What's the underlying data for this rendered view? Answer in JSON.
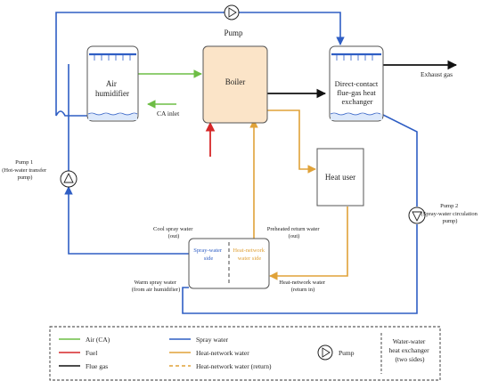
{
  "colors": {
    "air": "#6dbd45",
    "fuel": "#d62728",
    "flue": "#111111",
    "spray": "#2f5ec4",
    "heat": "#e0a238",
    "boiler_fill": "#fbe4c8",
    "box_stroke": "#555555"
  },
  "components": {
    "air_humidifier": "Air humidifier",
    "boiler": "Boiler",
    "flue_gas_hx": "Direct-contact flue-gas heat exchanger",
    "heat_user": "Heat user",
    "hx_spray_side": "Spray-water side",
    "hx_heat_side": "Heat-network water side"
  },
  "labels": {
    "pump_top": "Pump",
    "exhaust_gas": "Exhaust gas",
    "ca_inlet": "CA inlet",
    "pump1_title": "Pump 1",
    "pump1_desc": "(Hot-water transfer pump)",
    "pump2_title": "Pump 2",
    "pump2_desc": "(Spray-water circulation pump)",
    "cool_spray": "Cool spray water (out)",
    "warm_spray": "Warm spray water (from air humidifier)",
    "preheated_return": "Preheated return water (out)",
    "heat_network_return_in": "Heat-network water (return in)"
  },
  "legend": {
    "items": [
      {
        "label": "Air (CA)",
        "line": "solid",
        "color_key": "air"
      },
      {
        "label": "Fuel",
        "line": "solid",
        "color_key": "fuel"
      },
      {
        "label": "Flue gas",
        "line": "solid",
        "color_key": "flue"
      },
      {
        "label": "Spray water",
        "line": "solid",
        "color_key": "spray"
      },
      {
        "label": "Heat-network water",
        "line": "solid",
        "color_key": "heat"
      },
      {
        "label": "Heat-network water (return)",
        "line": "dashed",
        "color_key": "heat"
      }
    ],
    "pump_label": "Pump",
    "hx_label": "Water-water heat exchanger (two sides)"
  }
}
